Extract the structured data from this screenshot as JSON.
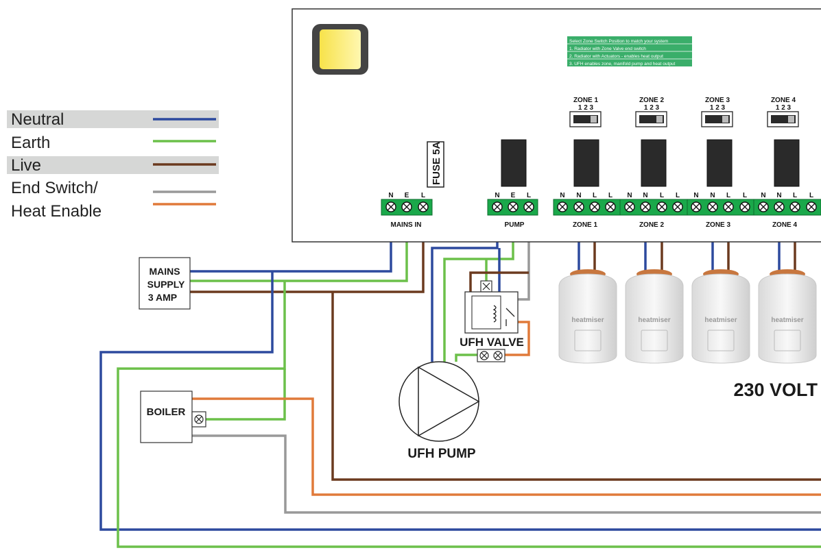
{
  "legend": {
    "items": [
      {
        "label": "Neutral",
        "color": "#2d4a9e"
      },
      {
        "label": "Earth",
        "color": "#6cc04a"
      },
      {
        "label": "Live",
        "color": "#6b3a1f"
      },
      {
        "label_line1": "End Switch/",
        "label_line2": "Heat Enable",
        "color_a": "#999999",
        "color_b": "#e07a3a"
      }
    ]
  },
  "panel": {
    "note": [
      "Select Zone Switch Position to match your system",
      "1. Radiator with Zone Valve end switch",
      "2. Radiator with Actuators - enables heat output",
      "3. UFH enables zone, manifold pump and heat output"
    ],
    "fuse": "FUSE 5A",
    "mains_terminals": [
      "N",
      "E",
      "L"
    ],
    "mains_label": "MAINS IN",
    "pump_terminals": [
      "N",
      "E",
      "L"
    ],
    "pump_label": "PUMP",
    "zone_terminals": [
      "N",
      "N",
      "L",
      "L"
    ],
    "switch_positions": "1  2  3",
    "zones": [
      {
        "title": "ZONE 1",
        "label": "ZONE 1"
      },
      {
        "title": "ZONE 2",
        "label": "ZONE 2"
      },
      {
        "title": "ZONE 3",
        "label": "ZONE 3"
      },
      {
        "title": "ZONE 4",
        "label": "ZONE 4"
      }
    ]
  },
  "devices": {
    "mains_supply": [
      "MAINS",
      "SUPPLY",
      "3 AMP"
    ],
    "boiler": "BOILER",
    "ufh_valve": "UFH VALVE",
    "ufh_pump": "UFH PUMP",
    "actuator_brand": "heatmiser",
    "voltage": "230 VOLT"
  },
  "colors": {
    "neutral": "#2d4a9e",
    "earth": "#6cc04a",
    "live": "#6b3a1f",
    "end_switch_grey": "#999999",
    "heat_enable_orange": "#e07a3a",
    "terminal_green": "#1aa84a",
    "note_green": "#3aae6a"
  }
}
